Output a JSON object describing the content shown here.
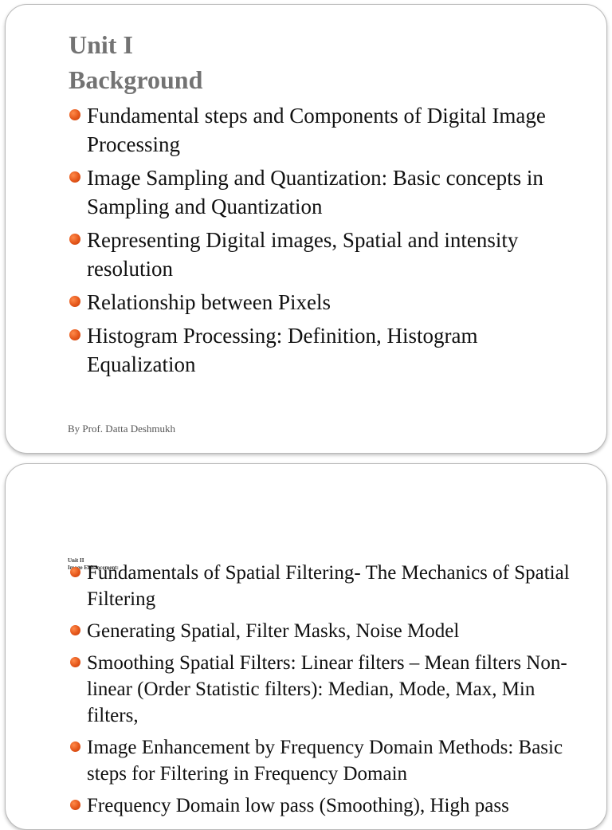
{
  "slide1": {
    "title_line1": "Unit I",
    "title_line2": "Background",
    "bullets": [
      "Fundamental steps and Components of Digital Image Processing",
      "Image Sampling and Quantization: Basic concepts in Sampling and Quantization",
      "Representing Digital images, Spatial and intensity resolution",
      "Relationship between Pixels",
      "Histogram Processing: Definition, Histogram Equalization"
    ],
    "footer": "By Prof. Datta Deshmukh"
  },
  "slide2": {
    "tiny_title_line1": "Unit II",
    "tiny_title_line2": "Image Enhancement:",
    "bullets": [
      "Fundamentals of Spatial Filtering- The Mechanics of Spatial Filtering",
      "Generating Spatial, Filter Masks, Noise Model",
      "Smoothing Spatial Filters: Linear filters – Mean filters Non-linear (Order Statistic filters): Median, Mode, Max, Min filters,",
      "Image Enhancement by Frequency Domain Methods: Basic steps for Filtering in Frequency Domain",
      "Frequency Domain low pass (Smoothing), High pass"
    ]
  },
  "colors": {
    "title": "#737373",
    "bullet": "#e4561a"
  }
}
